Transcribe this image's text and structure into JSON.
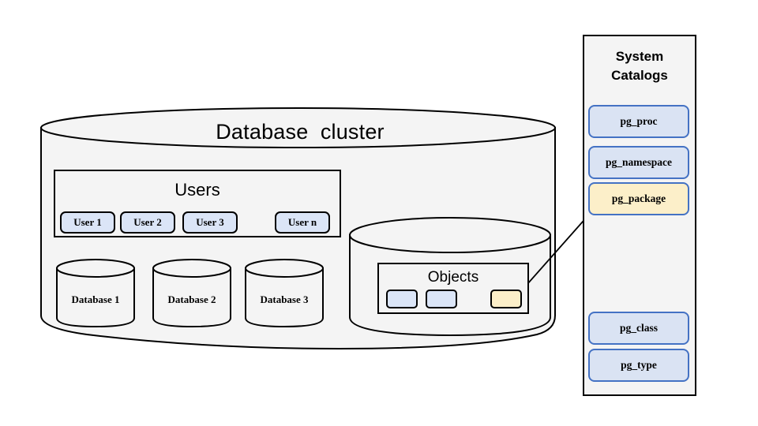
{
  "diagram": {
    "title": "Database  cluster",
    "cluster": {
      "label": "Database  cluster",
      "users_section": {
        "title": "Users",
        "users": [
          {
            "label": "User 1",
            "fill": "#dbe5f7"
          },
          {
            "label": "User 2",
            "fill": "#dbe5f7"
          },
          {
            "label": "User 3",
            "fill": "#dbe5f7"
          },
          {
            "label": "User n",
            "fill": "#dbe5f7"
          }
        ]
      },
      "databases": [
        {
          "label": "Database 1"
        },
        {
          "label": "Database 2"
        },
        {
          "label": "Database 3"
        }
      ],
      "objects_section": {
        "title": "Objects",
        "objects": [
          {
            "label": "",
            "fill": "#dbe5f7",
            "highlighted": false
          },
          {
            "label": "",
            "fill": "#dbe5f7",
            "highlighted": false
          },
          {
            "label": "",
            "fill": "#fcefc9",
            "highlighted": true
          }
        ]
      }
    },
    "catalog_panel": {
      "heading": "System\nCatalogs",
      "catalogs": [
        {
          "label": "pg_proc",
          "fill": "#dae3f3",
          "highlighted": false
        },
        {
          "label": "pg_namespace",
          "fill": "#dae3f3",
          "highlighted": false
        },
        {
          "label": "pg_package",
          "fill": "#fcefc9",
          "highlighted": true
        },
        {
          "label": "pg_class",
          "fill": "#dae3f3",
          "highlighted": false
        },
        {
          "label": "pg_type",
          "fill": "#dae3f3",
          "highlighted": false
        }
      ]
    },
    "connector": {
      "from": "objects-highlighted-chip",
      "to": "catalog-pg_package",
      "style": "arrow"
    },
    "colors": {
      "background": "#ffffff",
      "cylinder_fill": "#f4f4f4",
      "stroke": "#000000",
      "blue_fill": "#dbe5f7",
      "blue_border": "#4472c4",
      "yellow_fill": "#fcefc9"
    }
  }
}
